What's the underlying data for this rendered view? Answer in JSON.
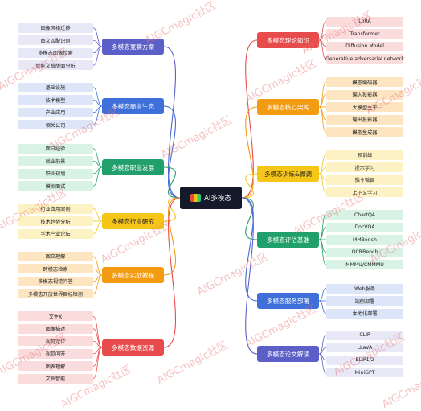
{
  "center": {
    "title": "AI多模态",
    "icon": "multimodal-logo-icon"
  },
  "watermark": "AIGCmagic社区",
  "colors": {
    "purple": "#5b5fc7",
    "purple_leaf": "#e8e8f7",
    "green": "#22a06b",
    "green_leaf": "#d9f2e6",
    "yellow": "#f5c518",
    "yellow_leaf": "#fdf2c4",
    "orange": "#f39c12",
    "orange_leaf": "#fde5c2",
    "red": "#e84b4b",
    "red_leaf": "#fbdcdc",
    "blue": "#3f6fd9",
    "blue_leaf": "#dde6f8",
    "cyan": "#19b3b3",
    "cyan_leaf": "#d4f1f1"
  },
  "left_branches": [
    {
      "label": "多模态竞赛方案",
      "color": "#5b5fc7",
      "leaf": "#e8e8f7",
      "text": "#ffffff",
      "items": [
        "图像风格迁移",
        "图文匹配识别",
        "多模态图像检索",
        "智能文档版面分析"
      ]
    },
    {
      "label": "多模态商业生态",
      "color": "#3f6fd9",
      "leaf": "#dde6f8",
      "text": "#ffffff",
      "items": [
        "基础设施",
        "技术模型",
        "产业应用",
        "相关公司"
      ]
    },
    {
      "label": "多模态职业发展",
      "color": "#22a06b",
      "leaf": "#d9f2e6",
      "text": "#ffffff",
      "items": [
        "面试经验",
        "就业前景",
        "职业规划",
        "模拟面试"
      ]
    },
    {
      "label": "多模态行业研究",
      "color": "#f5c518",
      "leaf": "#fdf2c4",
      "text": "#222222",
      "items": [
        "行业应用案例",
        "技术趋势分析",
        "学术产业论坛"
      ]
    },
    {
      "label": "多模态实战教程",
      "color": "#f39c12",
      "leaf": "#fde5c2",
      "text": "#ffffff",
      "items": [
        "图文理解",
        "跨模态检索",
        "多模态视觉问答",
        "多模态开放世界目标检测"
      ]
    },
    {
      "label": "多模态数据资源",
      "color": "#e84b4b",
      "leaf": "#fbdcdc",
      "text": "#ffffff",
      "items": [
        "文生X",
        "图像描述",
        "视觉定位",
        "视觉问答",
        "图表理解",
        "文档智能"
      ]
    }
  ],
  "right_branches": [
    {
      "label": "多模态理论知识",
      "color": "#e84b4b",
      "leaf": "#fbdcdc",
      "text": "#ffffff",
      "items": [
        "LoRA",
        "Transformer",
        "Diffusion Model",
        "Generative adversarial network"
      ]
    },
    {
      "label": "多模态核心架构",
      "color": "#f39c12",
      "leaf": "#fde5c2",
      "text": "#ffffff",
      "items": [
        "模态编码器",
        "输入投影器",
        "大模型主干",
        "输出投影器",
        "模态生成器"
      ]
    },
    {
      "label": "多模态训练&微调",
      "color": "#f5c518",
      "leaf": "#fdf2c4",
      "text": "#222222",
      "items": [
        "预训练",
        "提示学习",
        "指令微调",
        "上下文学习"
      ]
    },
    {
      "label": "多模态评估基准",
      "color": "#22a06b",
      "leaf": "#d9f2e6",
      "text": "#ffffff",
      "items": [
        "ChartQA",
        "DocVQA",
        "MMBench",
        "OCRBench",
        "MMMU/CMMMU"
      ]
    },
    {
      "label": "多模态服务部署",
      "color": "#3f6fd9",
      "leaf": "#dde6f8",
      "text": "#ffffff",
      "items": [
        "Web服务",
        "端侧部署",
        "本地化部署"
      ]
    },
    {
      "label": "多模态论文解读",
      "color": "#5b5fc7",
      "leaf": "#e8e8f7",
      "text": "#ffffff",
      "items": [
        "CLIP",
        "LLaVA",
        "BLIP1/2",
        "MiniGPT"
      ]
    }
  ]
}
